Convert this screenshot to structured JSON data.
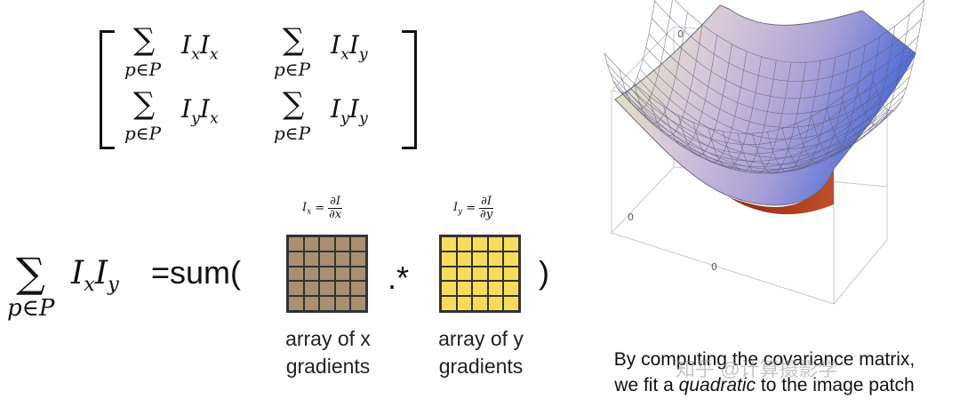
{
  "matrix": {
    "cells": [
      {
        "sum": "∑",
        "sub": "p∈P",
        "a": "I",
        "as": "x",
        "b": "I",
        "bs": "x"
      },
      {
        "sum": "∑",
        "sub": "p∈P",
        "a": "I",
        "as": "x",
        "b": "I",
        "bs": "y"
      },
      {
        "sum": "∑",
        "sub": "p∈P",
        "a": "I",
        "as": "y",
        "b": "I",
        "bs": "x"
      },
      {
        "sum": "∑",
        "sub": "p∈P",
        "a": "I",
        "as": "y",
        "b": "I",
        "bs": "y"
      }
    ]
  },
  "formula": {
    "sum": "∑",
    "sub": "p∈P",
    "a": "I",
    "as": "x",
    "b": "I",
    "bs": "y",
    "equals_sum": "=sum(",
    "times": ".*",
    "close": ")"
  },
  "grid_x": {
    "deriv_lhs": "I",
    "deriv_lhs_sub": "x",
    "deriv_eq": "=",
    "deriv_num": "∂I",
    "deriv_den": "∂x",
    "label_line1": "array of x",
    "label_line2": "gradients",
    "color": "#a89070"
  },
  "grid_y": {
    "deriv_lhs": "I",
    "deriv_lhs_sub": "y",
    "deriv_eq": "=",
    "deriv_num": "∂I",
    "deriv_den": "∂y",
    "label_line1": "array of y",
    "label_line2": "gradients",
    "color": "#f6dc58"
  },
  "plot": {
    "axis_tick_1": "0",
    "axis_tick_2": "0",
    "axis_tick_3": "0"
  },
  "caption": {
    "line1": "By computing the covariance matrix,",
    "line2_pre": "we fit a ",
    "line2_em": "quadratic",
    "line2_post": " to the image patch"
  },
  "watermark": "知乎 @计算摄影学"
}
